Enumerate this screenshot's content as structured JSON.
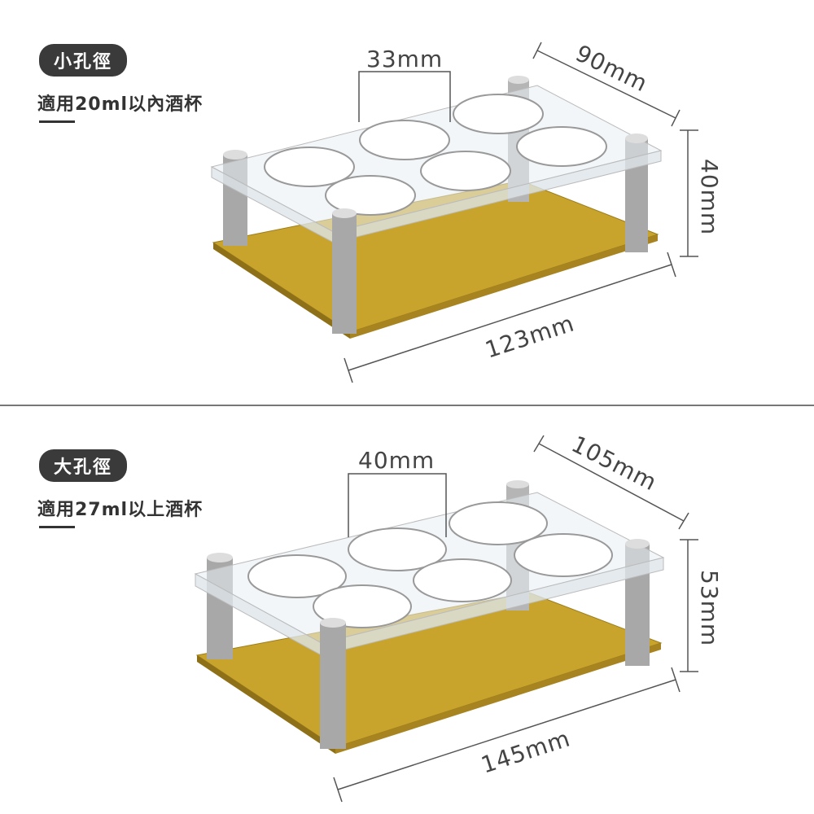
{
  "small": {
    "badge": "小孔徑",
    "subtitle": "適用20ml以內酒杯",
    "hole": "33mm",
    "depth": "90mm",
    "height": "40mm",
    "length": "123mm"
  },
  "large": {
    "badge": "大孔徑",
    "subtitle": "適用27ml以上酒杯",
    "hole": "40mm",
    "depth": "105mm",
    "height": "53mm",
    "length": "145mm"
  },
  "colors": {
    "base": "#c9a42c",
    "acrylic": "#e8eef2",
    "post": "#a8a8a8",
    "badge": "#3a3a3a"
  }
}
